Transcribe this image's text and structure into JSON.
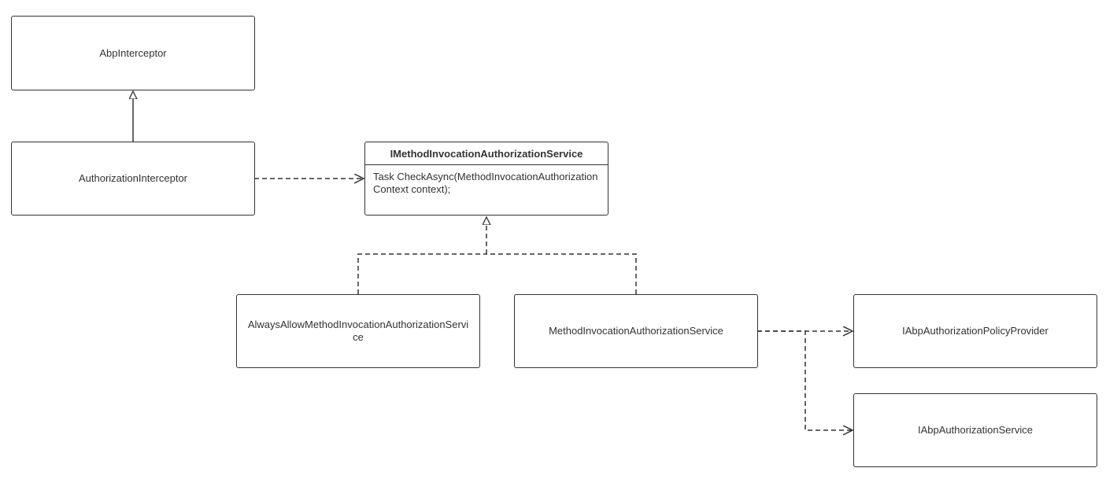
{
  "diagram": {
    "abp_interceptor": "AbpInterceptor",
    "authorization_interceptor": "AuthorizationInterceptor",
    "imethod_service": {
      "name": "IMethodInvocationAuthorizationService",
      "method": "Task CheckAsync(MethodInvocationAuthorizationContext context);"
    },
    "always_allow_service": "AlwaysAllowMethodInvocationAuthorizationService",
    "method_service": "MethodInvocationAuthorizationService",
    "policy_provider": "IAbpAuthorizationPolicyProvider",
    "authorization_service": "IAbpAuthorizationService"
  }
}
